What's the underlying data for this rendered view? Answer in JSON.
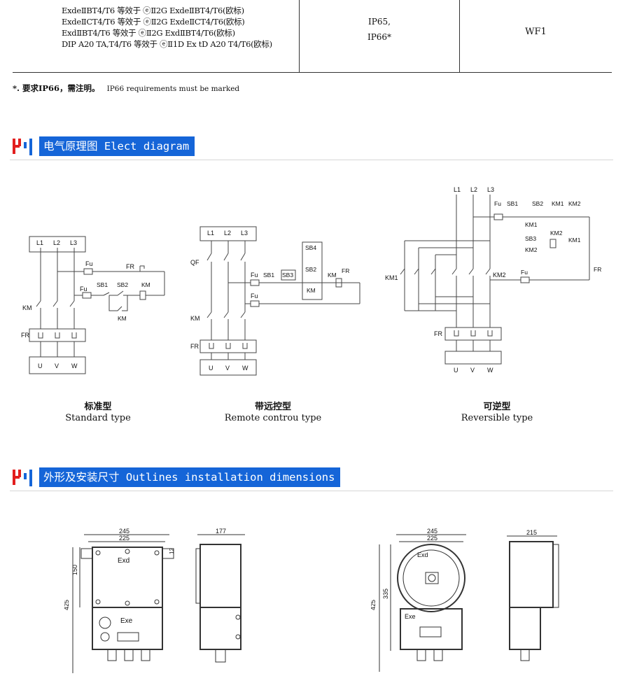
{
  "spec_table": {
    "ex_marks": [
      "ExdeⅡBT4/T6 等效于 ⓔⅡ2G ExdeⅡBT4/T6(欧标)",
      "ExdeⅡCT4/T6 等效于 ⓔⅡ2G ExdeⅡCT4/T6(欧标)",
      "ExdⅡBT4/T6 等效于 ⓔⅡ2G ExdⅡBT4/T6(欧标)",
      "DIP A20 TA,T4/T6 等效于 ⓔⅡ1D Ex tD A20 T4/T6(欧标)"
    ],
    "ip_lines": [
      "IP65,",
      "IP66*"
    ],
    "anticorrosion": "WF1"
  },
  "note": {
    "zh": "*. 要求IP66，需注明。",
    "en": "IP66 requirements must be marked"
  },
  "sections": {
    "elect": {
      "title": "电气原理图 Elect diagram"
    },
    "outline": {
      "title": "外形及安装尺寸 Outlines installation dimensions"
    }
  },
  "diagrams": {
    "standard": {
      "caption_zh": "标准型",
      "caption_en": "Standard type",
      "labels": {
        "l1": "L1",
        "l2": "L2",
        "l3": "L3",
        "fu1": "Fu",
        "fu2": "Fu",
        "fr_top": "FR",
        "sb1": "SB1",
        "sb2": "SB2",
        "km_coil": "KM",
        "km_aux": "KM",
        "km_main": "KM",
        "fr": "FR",
        "u": "U",
        "v": "V",
        "w": "W"
      }
    },
    "remote": {
      "caption_zh": "带远控型",
      "caption_en": "Remote controu type",
      "labels": {
        "l1": "L1",
        "l2": "L2",
        "l3": "L3",
        "qf": "QF",
        "fu1": "Fu",
        "fu2": "Fu",
        "sb1": "SB1",
        "sb3": "SB3",
        "sb4": "SB4",
        "sb2": "SB2",
        "km_aux": "KM",
        "km_coil": "KM",
        "fr_contact": "FR",
        "km_main": "KM",
        "fr": "FR",
        "u": "U",
        "v": "V",
        "w": "W"
      }
    },
    "reversible": {
      "caption_zh": "可逆型",
      "caption_en": "Reversible type",
      "labels": {
        "l1": "L1",
        "l2": "L2",
        "l3": "L3",
        "fu1": "Fu",
        "sb1": "SB1",
        "sb2": "SB2",
        "km1_coil": "KM1",
        "km2_coil": "KM2",
        "km1_aux": "KM1",
        "sb3": "SB3",
        "km2_aux": "KM2",
        "km2_top": "KM2",
        "km1_mid": "KM1",
        "fr_contact": "FR",
        "fu2": "Fu",
        "km1_main": "KM1",
        "km2_main": "KM2",
        "fr": "FR",
        "u": "U",
        "v": "V",
        "w": "W"
      }
    }
  },
  "outlines": {
    "left": {
      "front": {
        "dim_245": "245",
        "dim_225": "225",
        "dim_12": "12",
        "dim_150": "150",
        "dim_425": "425",
        "exd": "Exd",
        "exe": "Exe"
      },
      "side": {
        "dim_177": "177"
      }
    },
    "right": {
      "front": {
        "dim_245": "245",
        "dim_225": "225",
        "dim_425": "425",
        "dim_335": "335",
        "exd": "Exd",
        "exe": "Exe"
      },
      "side": {
        "dim_215": "215"
      }
    }
  }
}
